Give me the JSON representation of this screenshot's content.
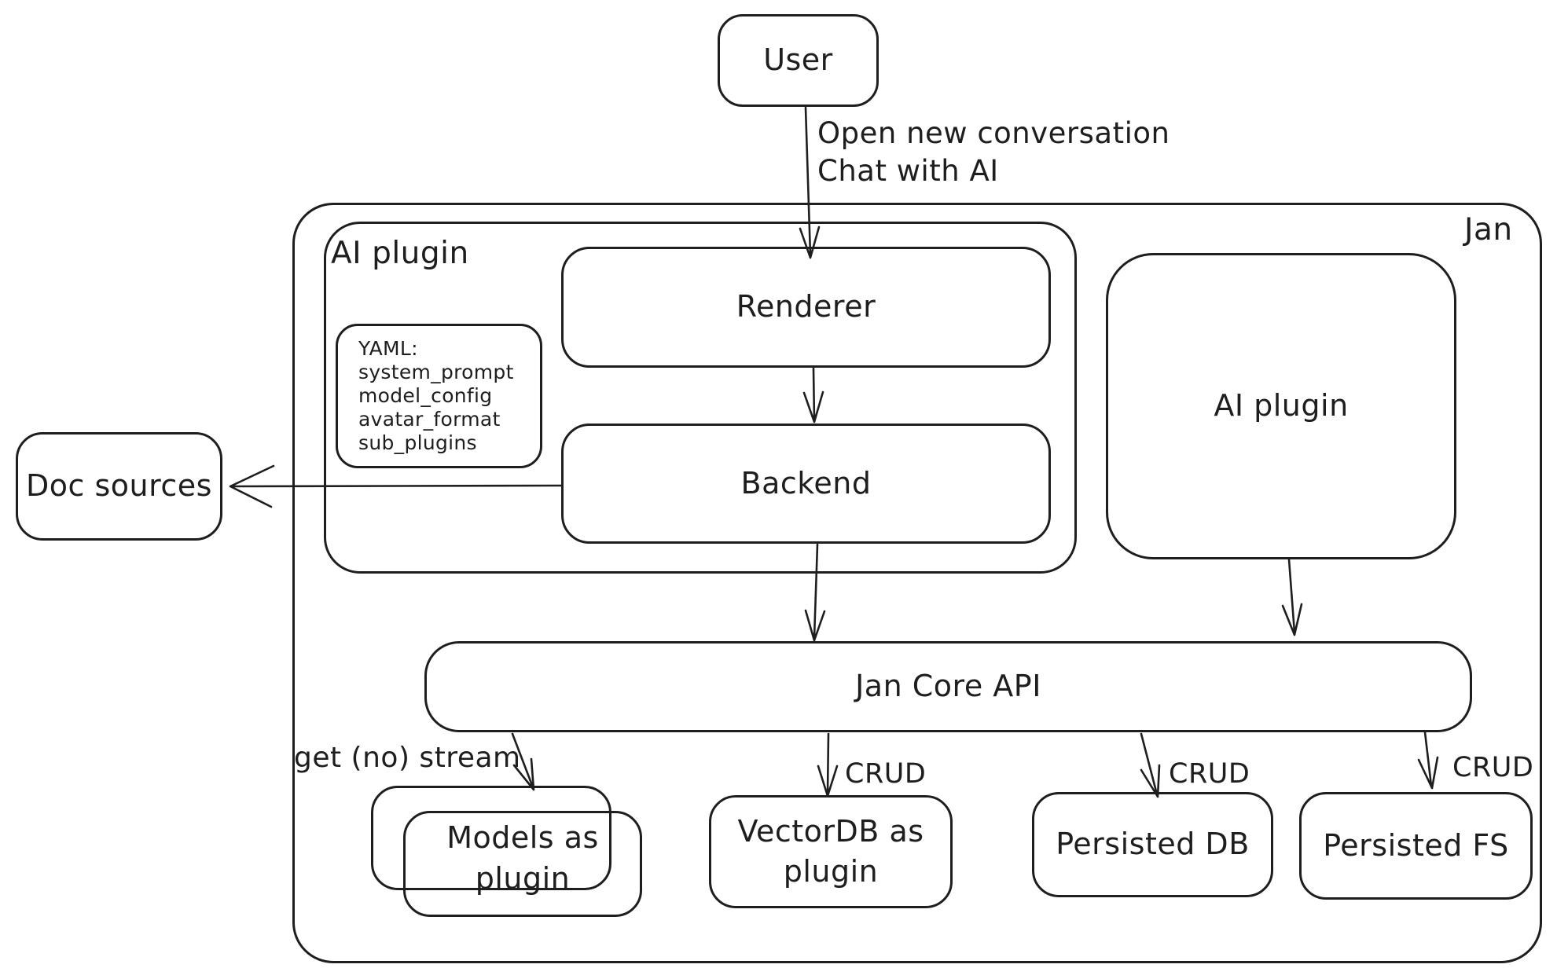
{
  "diagram": {
    "title_container_label": "Jan",
    "nodes": {
      "user": {
        "label": "User"
      },
      "ai_plugin_group": {
        "label": "AI plugin"
      },
      "renderer": {
        "label": "Renderer"
      },
      "backend": {
        "label": "Backend"
      },
      "yaml_note": {
        "lines": [
          "YAML:",
          "system_prompt",
          "model_config",
          "avatar_format",
          "sub_plugins"
        ]
      },
      "doc_sources": {
        "label": "Doc sources"
      },
      "ai_plugin_right": {
        "label": "AI plugin"
      },
      "jan_core_api": {
        "label": "Jan Core API"
      },
      "models_as_plugin": {
        "label": "Models as plugin"
      },
      "vectordb_as_plugin": {
        "label": "VectorDB as plugin"
      },
      "persisted_db": {
        "label": "Persisted DB"
      },
      "persisted_fs": {
        "label": "Persisted FS"
      }
    },
    "edges": {
      "user_to_renderer": {
        "label_line1": "Open new conversation",
        "label_line2": "Chat with AI"
      },
      "jan_core_to_models": {
        "label": "get (no) stream"
      },
      "jan_core_to_vectordb": {
        "label": "CRUD"
      },
      "jan_core_to_persisted_db": {
        "label": "CRUD"
      },
      "jan_core_to_persisted_fs": {
        "label": "CRUD"
      }
    },
    "colors": {
      "stroke": "#1e1e1e",
      "background": "#ffffff"
    }
  }
}
